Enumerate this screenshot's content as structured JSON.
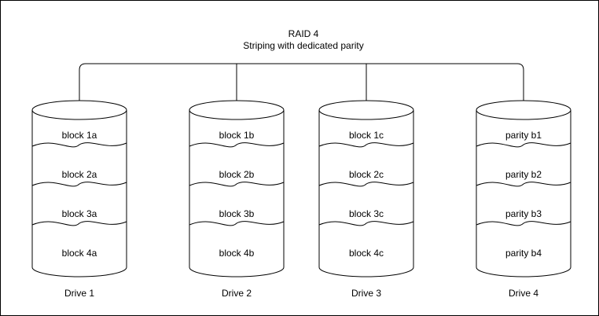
{
  "diagram": {
    "title": "RAID 4",
    "subtitle": "Striping with dedicated parity",
    "drives": [
      {
        "label": "Drive 1",
        "blocks": [
          "block 1a",
          "block 2a",
          "block 3a",
          "block 4a"
        ]
      },
      {
        "label": "Drive 2",
        "blocks": [
          "block 1b",
          "block 2b",
          "block 3b",
          "block 4b"
        ]
      },
      {
        "label": "Drive 3",
        "blocks": [
          "block 1c",
          "block 2c",
          "block 3c",
          "block 4c"
        ]
      },
      {
        "label": "Drive 4",
        "blocks": [
          "parity b1",
          "parity b2",
          "parity b3",
          "parity b4"
        ]
      }
    ]
  }
}
